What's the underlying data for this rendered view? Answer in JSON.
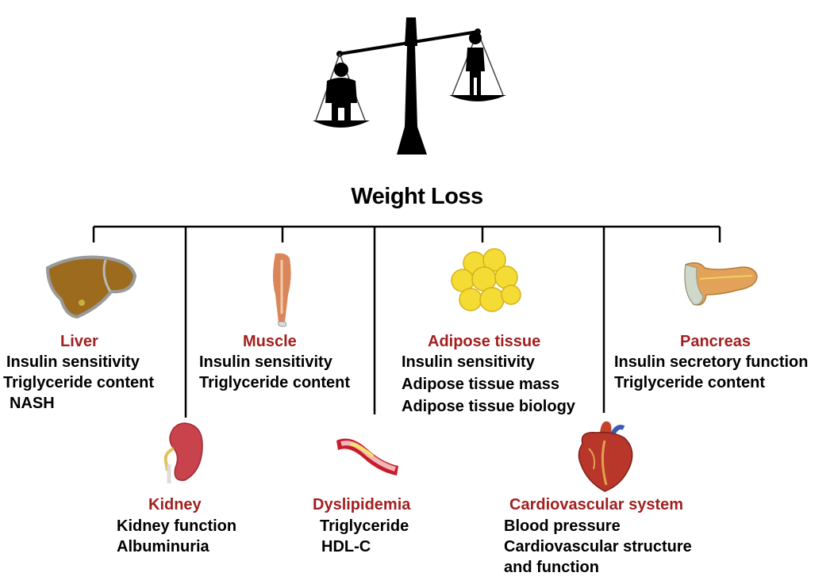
{
  "title": "Weight Loss",
  "colors": {
    "organ_name": "#a21f1f",
    "lines": "#000000"
  },
  "organs": {
    "liver": {
      "icon": "liver-icon",
      "name": "Liver",
      "effects": [
        "Insulin sensitivity",
        "Triglyceride content",
        "NASH"
      ]
    },
    "muscle": {
      "icon": "muscle-icon",
      "name": "Muscle",
      "effects": [
        "Insulin sensitivity",
        "Triglyceride content"
      ]
    },
    "adipose": {
      "icon": "adipose-tissue-icon",
      "name": "Adipose tissue",
      "effects": [
        "Insulin sensitivity",
        "Adipose tissue mass",
        "Adipose tissue biology"
      ]
    },
    "pancreas": {
      "icon": "pancreas-icon",
      "name": "Pancreas",
      "effects": [
        "Insulin secretory function",
        "Triglyceride content"
      ]
    },
    "kidney": {
      "icon": "kidney-icon",
      "name": "Kidney",
      "effects": [
        "Kidney function",
        "Albuminuria"
      ]
    },
    "dyslipidemia": {
      "icon": "blood-vessel-icon",
      "name": "Dyslipidemia",
      "effects": [
        "Triglyceride",
        "HDL-C"
      ]
    },
    "cardio": {
      "icon": "heart-icon",
      "name": "Cardiovascular system",
      "effects": [
        "Blood pressure",
        "Cardiovascular structure",
        "and function"
      ]
    }
  }
}
